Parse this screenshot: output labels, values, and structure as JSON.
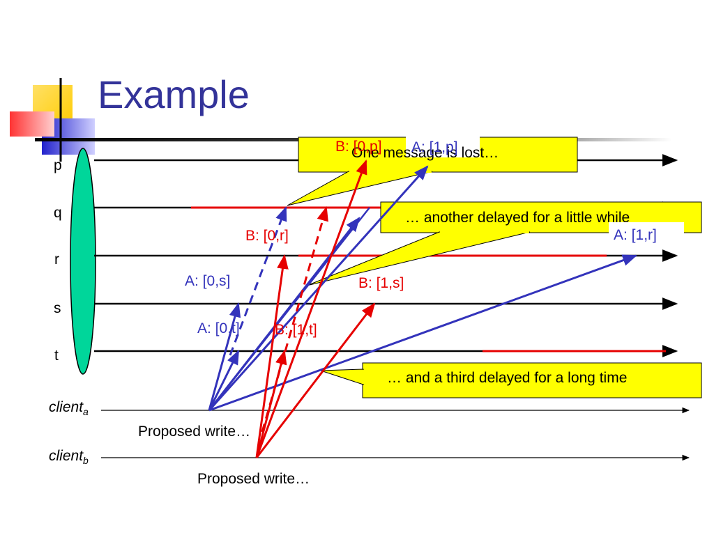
{
  "slide": {
    "title": "Example"
  },
  "processes": [
    "p",
    "q",
    "r",
    "s",
    "t"
  ],
  "clients": {
    "a": {
      "name": "client",
      "sub": "a",
      "note": "Proposed write…"
    },
    "b": {
      "name": "client",
      "sub": "b",
      "note": "Proposed write…"
    }
  },
  "message_labels": {
    "b0p": "B: [0,p]",
    "a1p": "A: [1,p]",
    "b0r": "B: [0,r]",
    "a1r": "A: [1,r]",
    "a0s": "A: [0,s]",
    "b1s": "B: [1,s]",
    "a0t": "A: [0,t]",
    "b1t": "B: [1,t]"
  },
  "callouts": {
    "lost": "One message is lost…",
    "delayed_little": "… another delayed for a little while",
    "delayed_long": "… and a third delayed for a long time"
  },
  "colors": {
    "title": "#333399",
    "message_a": "#3333bb",
    "message_b": "#e60000",
    "callout_fill": "#ffff00",
    "membership_oval": "#00d69a",
    "deco_yellow": "#ffcc00",
    "deco_red": "#ff3333",
    "deco_blue": "#3333cc"
  }
}
